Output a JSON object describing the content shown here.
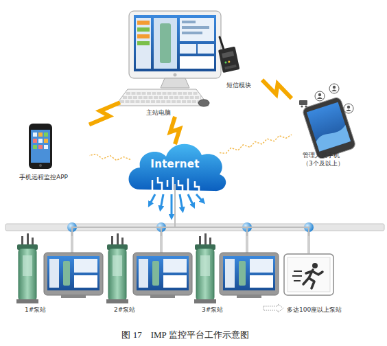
{
  "diagram": {
    "caption": "图 17　IMP 监控平台工作示意图",
    "nodes": [
      {
        "text": [
          "主站电脑"
        ]
      },
      {
        "text": [
          "短信模块"
        ]
      },
      {
        "text": [
          "手机远程监控APP"
        ]
      },
      {
        "text": [
          "管理人员手机 （3个及以上）"
        ]
      },
      {
        "text": [
          "Internet"
        ]
      },
      {
        "text": [
          "1#泵站"
        ]
      },
      {
        "text": [
          "2#泵站"
        ]
      },
      {
        "text": [
          "3#泵站"
        ]
      },
      {
        "text": [
          "多达100座以上泵站"
        ]
      }
    ],
    "edges": [
      {
        "from": 0,
        "to": 2,
        "arrow": "none"
      },
      {
        "from": 1,
        "to": 3,
        "arrow": "none"
      },
      {
        "from": 4,
        "to": 0,
        "arrow": "none"
      },
      {
        "from": 4,
        "to": 2,
        "arrow": "none"
      },
      {
        "from": 4,
        "to": 3,
        "arrow": "none"
      },
      {
        "from": 4,
        "to": 5,
        "arrow": "none"
      },
      {
        "from": 4,
        "to": 6,
        "arrow": "none"
      },
      {
        "from": 4,
        "to": 7,
        "arrow": "none"
      },
      {
        "from": 4,
        "to": 8,
        "arrow": "none"
      }
    ]
  }
}
